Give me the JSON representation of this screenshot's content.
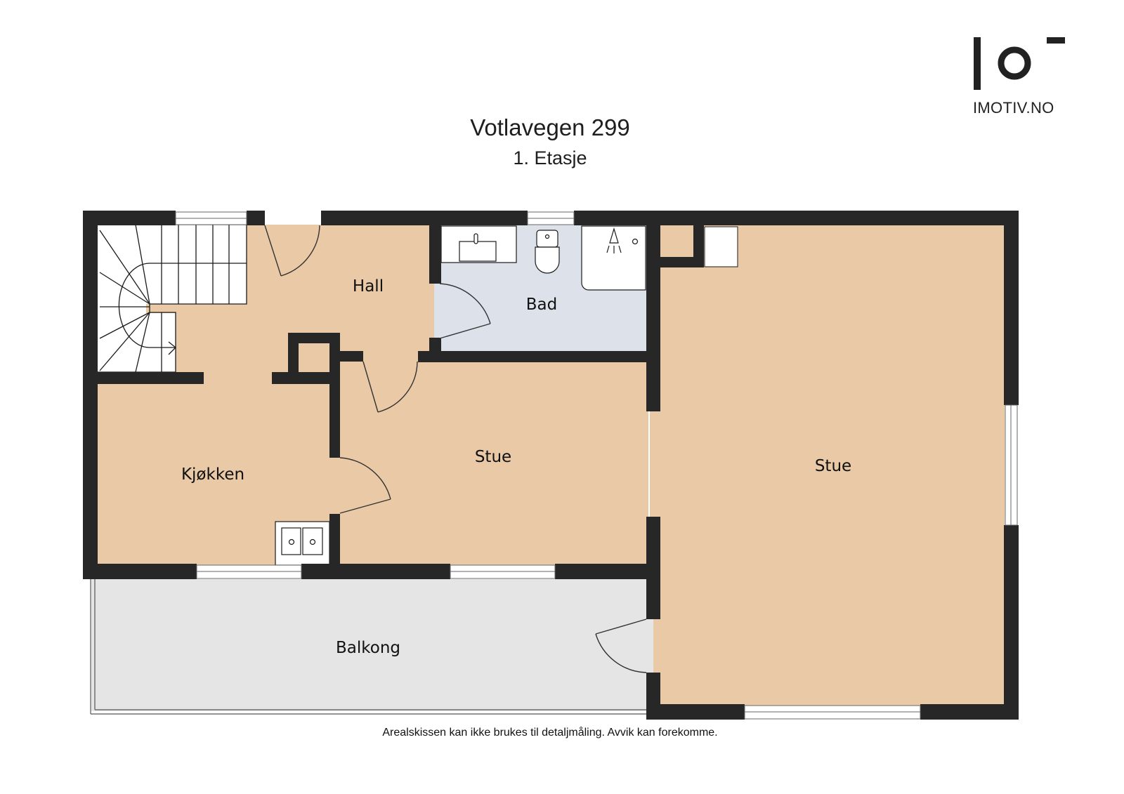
{
  "header": {
    "address": "Votlavegen 299",
    "floor": "1. Etasje"
  },
  "logo": {
    "text": "IMOTIV.NO",
    "icon": "imotiv-logo-icon"
  },
  "rooms": [
    {
      "id": "hall",
      "label": "Hall",
      "color": "#e9c9a6"
    },
    {
      "id": "bad",
      "label": "Bad",
      "color": "#dde2ea"
    },
    {
      "id": "kjokken",
      "label": "Kjøkken",
      "color": "#e9c9a6"
    },
    {
      "id": "stue-small",
      "label": "Stue",
      "color": "#e9c9a6"
    },
    {
      "id": "stue-large",
      "label": "Stue",
      "color": "#e9c9a6"
    },
    {
      "id": "balkong",
      "label": "Balkong",
      "color": "#e5e5e5"
    }
  ],
  "fixtures": [
    "staircase-icon",
    "sink-icon",
    "toilet-icon",
    "shower-icon",
    "kitchen-sink-icon"
  ],
  "colors": {
    "wall": "#272727",
    "floor_warm": "#e9c9a6",
    "floor_bath": "#dde2ea",
    "floor_balcony": "#e5e5e5"
  },
  "footer": {
    "disclaimer": "Arealskissen kan ikke brukes til detaljmåling. Avvik kan forekomme."
  }
}
